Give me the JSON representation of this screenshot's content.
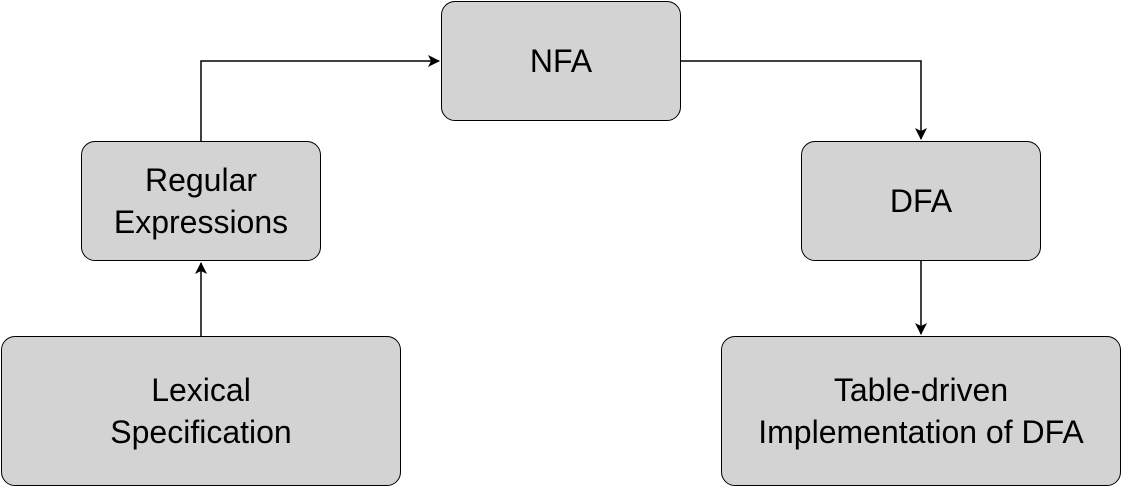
{
  "colors": {
    "node_fill": "#d3d3d3",
    "stroke": "#000000",
    "text": "#000000",
    "background": "#ffffff"
  },
  "nodes": {
    "nfa": {
      "label": "NFA"
    },
    "regex": {
      "label": "Regular\nExpressions"
    },
    "dfa": {
      "label": "DFA"
    },
    "lex": {
      "label": "Lexical\nSpecification"
    },
    "table": {
      "label": "Table-driven\nImplementation of DFA"
    }
  },
  "edges": [
    {
      "from": "lex",
      "to": "regex"
    },
    {
      "from": "regex",
      "to": "nfa"
    },
    {
      "from": "nfa",
      "to": "dfa"
    },
    {
      "from": "dfa",
      "to": "table"
    }
  ]
}
